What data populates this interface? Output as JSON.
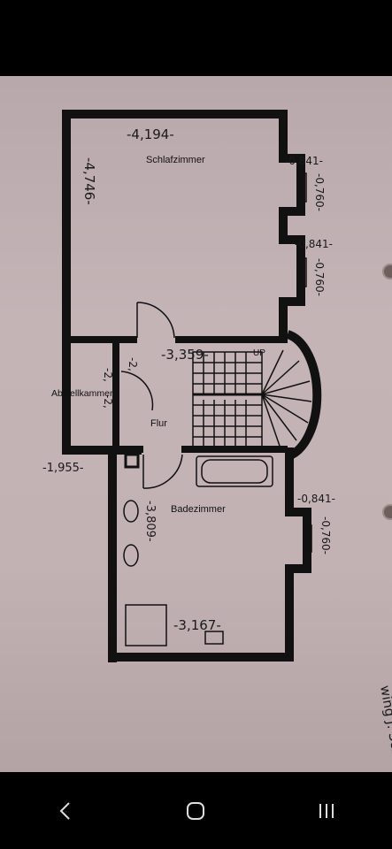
{
  "rooms": {
    "schlafzimmer": "Schlafzimmer",
    "abstellkammer": "Abstellkammer",
    "flur": "Flur",
    "badezimmer": "Badezimmer",
    "up": "UP"
  },
  "dimensions": {
    "top_width": "-4,194-",
    "left_height": "-4,746-",
    "window1_a": "-0,841-",
    "window1_b": "-0,760-",
    "window2_a": "-0,841-",
    "window2_b": "-0,760-",
    "stair_width": "-3,359-",
    "flur_a": "-2,",
    "flur_b": "-2,",
    "flur_c": "-2,",
    "lower_left": "-1,955-",
    "bath_window_a": "-0,841-",
    "bath_window_b": "-0,760-",
    "bath_height": "-3,809-",
    "bath_width": "-3,167-",
    "margin_note": "wing J. Schu"
  },
  "nav": {
    "back_icon": "back-icon",
    "home_icon": "home-icon",
    "recents_icon": "recents-icon"
  },
  "colors": {
    "wall": "#111111",
    "paper": "#c0b0b2"
  }
}
